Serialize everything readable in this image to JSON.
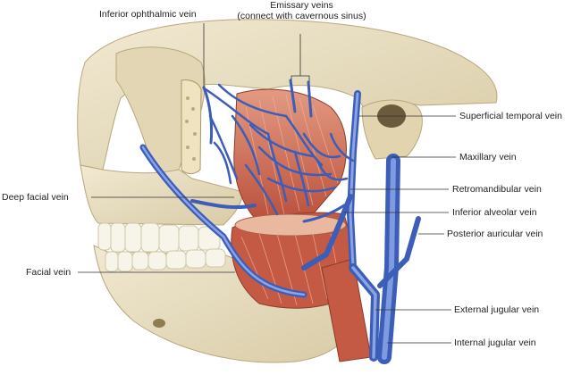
{
  "labels": {
    "inferior_ophthalmic_vein": "Inferior ophthalmic vein",
    "emissary_veins_line1": "Emissary veins",
    "emissary_veins_line2": "(connect with cavernous sinus)",
    "superficial_temporal_vein": "Superficial temporal vein",
    "maxillary_vein": "Maxillary vein",
    "retromandibular_vein": "Retromandibular vein",
    "inferior_alveolar_vein": "Inferior alveolar vein",
    "posterior_auricular_vein": "Posterior auricular vein",
    "deep_facial_vein": "Deep facial vein",
    "facial_vein": "Facial vein",
    "external_jugular_vein": "External jugular vein",
    "internal_jugular_vein": "Internal jugular vein"
  },
  "colors": {
    "background": "#ffffff",
    "bone": "#e9dfc4",
    "bone_shadow": "#cdbf98",
    "muscle": "#c9614c",
    "muscle_light": "#e08d74",
    "vein": "#4a6cc4",
    "vein_light": "#7f9be0",
    "teeth": "#f7f4ea",
    "text": "#222222"
  }
}
